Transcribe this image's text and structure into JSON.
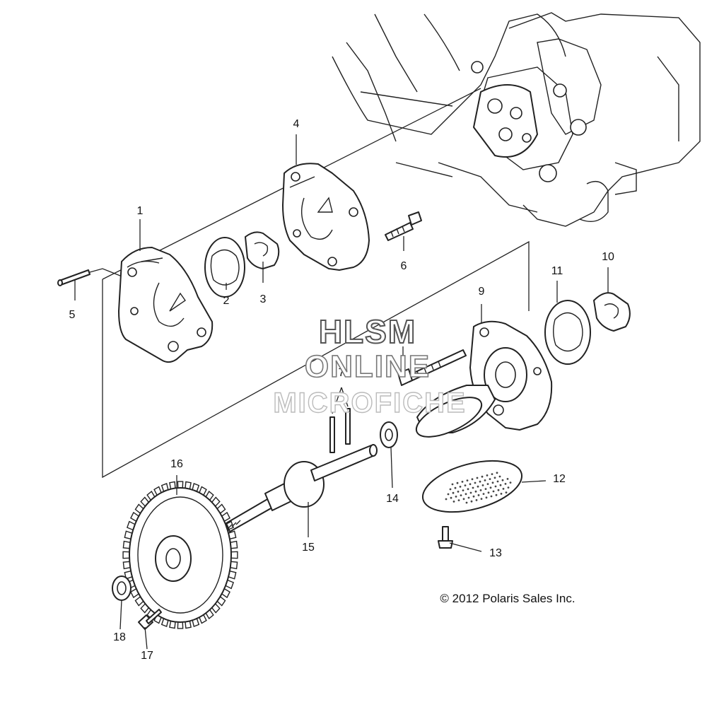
{
  "callouts": [
    "1",
    "2",
    "3",
    "4",
    "5",
    "6",
    "7",
    "8",
    "9",
    "10",
    "11",
    "12",
    "13",
    "14",
    "15",
    "16",
    "17",
    "18"
  ],
  "watermark": {
    "line1": "HLSM",
    "line2": "ONLINE",
    "line3": "MICROFICHE"
  },
  "copyright": "© 2012 Polaris Sales Inc."
}
